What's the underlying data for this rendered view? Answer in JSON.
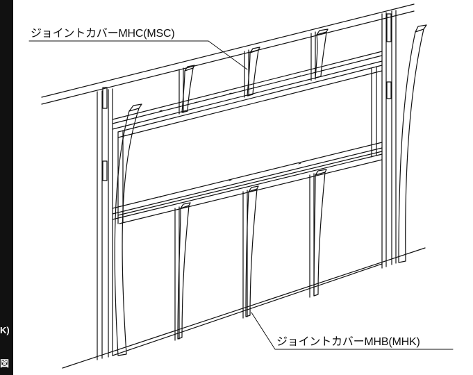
{
  "callouts": {
    "top": "ジョイントカバーMHC(MSC)",
    "bottom": "ジョイントカバーMHB(MHK)"
  },
  "edge_fragments": {
    "upper": "K)",
    "lower": "図"
  },
  "colors": {
    "line": "#111111",
    "background": "#ffffff"
  }
}
